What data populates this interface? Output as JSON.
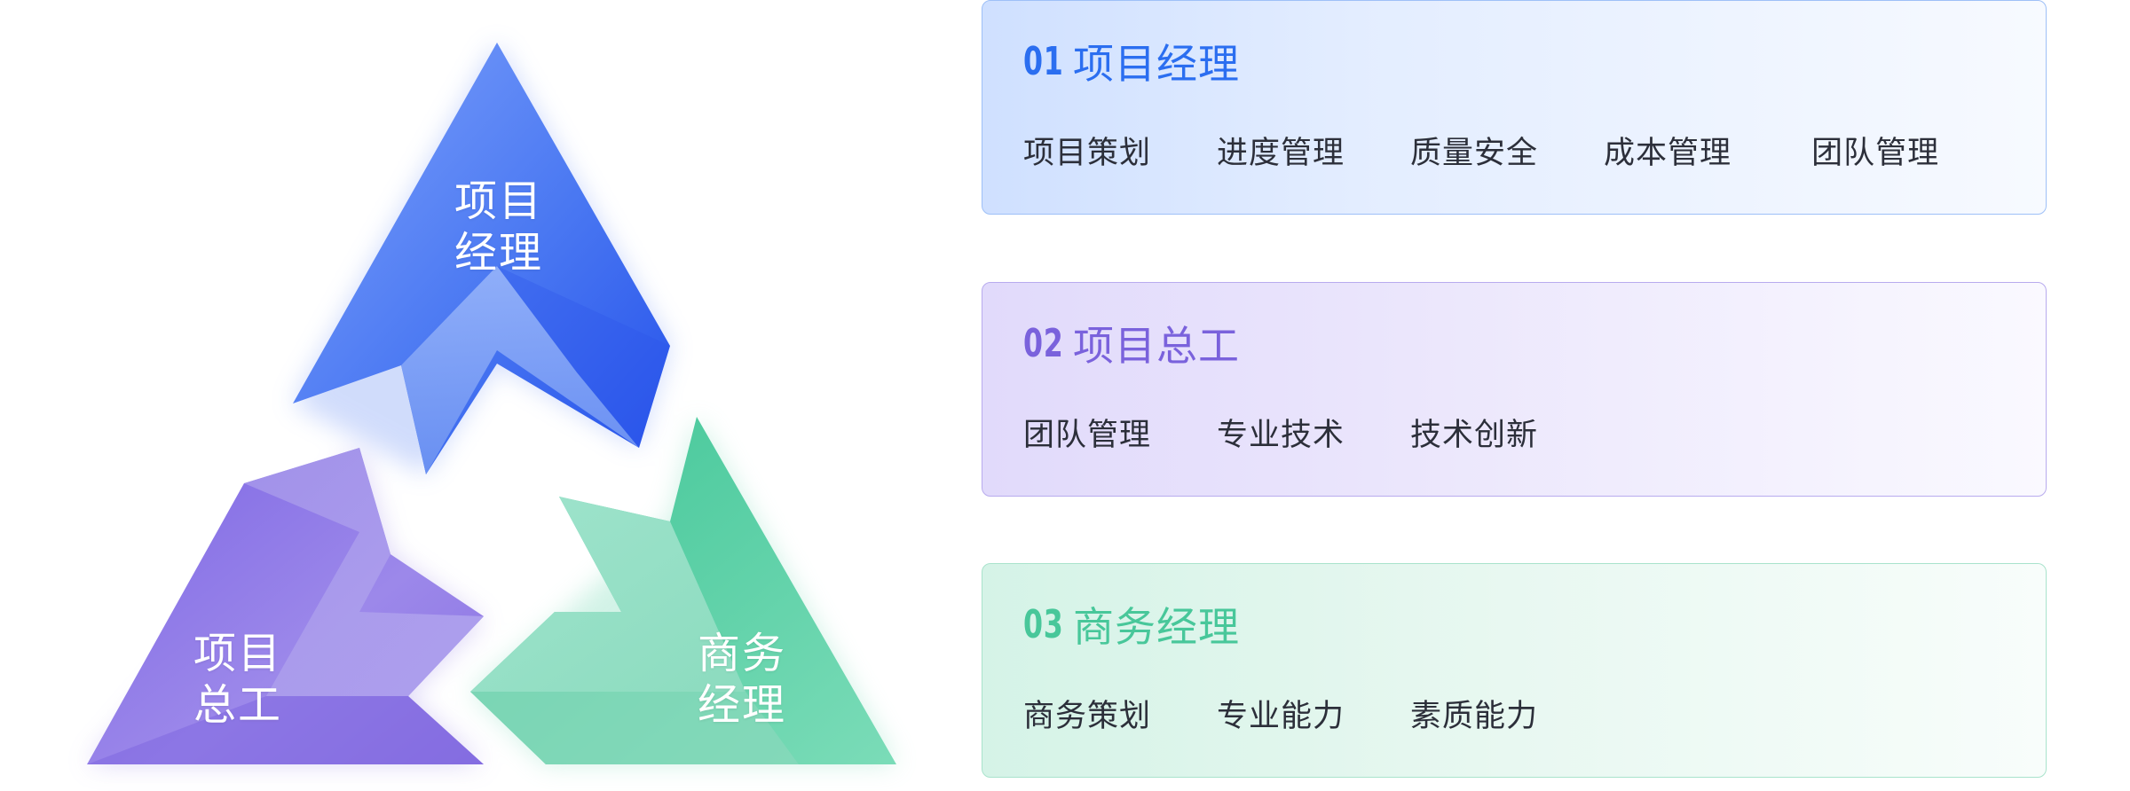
{
  "diagram": {
    "roles": {
      "top": {
        "line1": "项目",
        "line2": "经理"
      },
      "left": {
        "line1": "项目",
        "line2": "总工"
      },
      "right": {
        "line1": "商务",
        "line2": "经理"
      }
    },
    "colors": {
      "blue": "#3a6cf0",
      "purple": "#8a74e6",
      "green": "#5fd0a6"
    }
  },
  "cards": [
    {
      "number": "01",
      "title": "项目经理",
      "items": [
        "项目策划",
        "进度管理",
        "质量安全",
        "成本管理",
        "团队管理"
      ]
    },
    {
      "number": "02",
      "title": "项目总工",
      "items": [
        "团队管理",
        "专业技术",
        "技术创新"
      ]
    },
    {
      "number": "03",
      "title": "商务经理",
      "items": [
        "商务策划",
        "专业能力",
        "素质能力"
      ]
    }
  ]
}
